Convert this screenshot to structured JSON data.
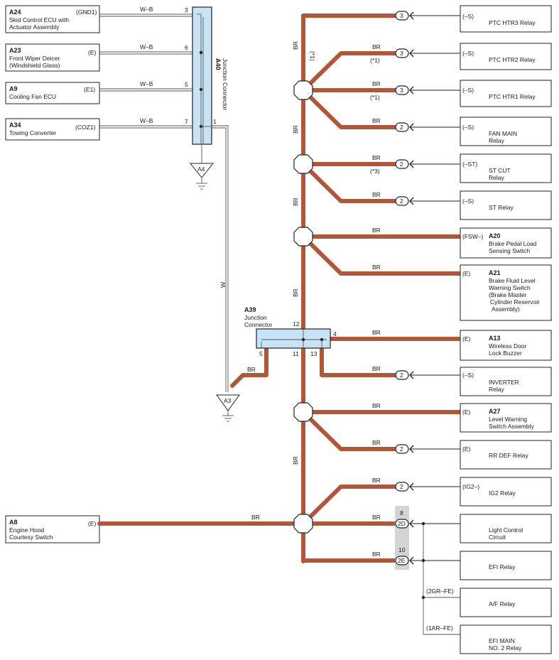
{
  "components": {
    "a24": {
      "code": "A24",
      "line1": "Skid Control ECU with",
      "line2": "Actuator Assembly",
      "term": "(GND1)"
    },
    "a23": {
      "code": "A23",
      "line1": "Front Wiper Deicer",
      "line2": "(Windshield Glass)",
      "term": "(E)"
    },
    "a9": {
      "code": "A9",
      "line1": "Cooling Fan ECU",
      "term": "(E1)"
    },
    "a34": {
      "code": "A34",
      "line1": "Towing Converter",
      "term": "(COZ1)"
    },
    "a8": {
      "code": "A8",
      "line1": "Engine Hood",
      "line2": "Courtesy Switch",
      "term": "(E)"
    },
    "a40": {
      "code": "A40",
      "name": "Junction Connector",
      "pins": [
        "3",
        "6",
        "5",
        "7",
        "1"
      ]
    },
    "a39": {
      "code": "A39",
      "name1": "Junction",
      "name2": "Connector",
      "pins": [
        "12",
        "4",
        "5",
        "11",
        "13"
      ]
    },
    "a4": "A4",
    "a3": "A3"
  },
  "right": {
    "ptc3": {
      "term": "(–S)",
      "line1": "PTC HTR3 Relay",
      "pin": "3"
    },
    "ptc2": {
      "term": "(–S)",
      "line1": "PTC HTR2 Relay",
      "pin": "3"
    },
    "ptc1": {
      "term": "(–S)",
      "line1": "PTC HTR1 Relay",
      "pin": "3"
    },
    "fan": {
      "term": "(–S)",
      "line1": "FAN MAIN",
      "line2": "Relay",
      "pin": "2"
    },
    "stcut": {
      "term": "(–ST)",
      "line1": "ST CUT",
      "line2": "Relay",
      "pin": "2"
    },
    "st": {
      "term": "(–S)",
      "line1": "ST Relay",
      "pin": "2"
    },
    "a20": {
      "term": "(FSW–)",
      "code": "A20",
      "line1": "Brake Pedal Load",
      "line2": "Sensing Switch"
    },
    "a21": {
      "term": "(E)",
      "code": "A21",
      "line1": "Brake Fluid Level",
      "line2": "Warning Switch",
      "line3": "(Brake Master",
      "line4": "Cylinder Reservoir",
      "line5": "Assembly)"
    },
    "a13": {
      "term": "(E)",
      "code": "A13",
      "line1": "Wireless Door",
      "line2": "Lock Buzzer"
    },
    "inv": {
      "term": "(–S)",
      "line1": "INVERTER",
      "line2": "Relay",
      "pin": "2"
    },
    "a27": {
      "term": "(E)",
      "code": "A27",
      "line1": "Level Warning",
      "line2": "Switch Assembly"
    },
    "rrdef": {
      "term": "(E)",
      "line1": "RR DEF Relay",
      "pin": "2"
    },
    "ig2": {
      "term": "(IG2–)",
      "line1": "IG2 Relay",
      "pin": "2"
    },
    "light": {
      "line1": "Light Control",
      "line2": "Circuit",
      "pin": "2D",
      "pinnum": "8"
    },
    "efi": {
      "line1": "EFI Relay",
      "pin": "2E",
      "pinnum": "10"
    },
    "af": {
      "term": "(2GR–FE)",
      "line1": "A/F Relay"
    },
    "efimain": {
      "term": "(1AR–FE)",
      "line1": "EFI MAIN",
      "line2": "NO. 2 Relay"
    }
  },
  "wires": {
    "wb": "W–B",
    "w": "W",
    "br": "BR",
    "note1": "(*1)",
    "note3": "(*3)"
  }
}
